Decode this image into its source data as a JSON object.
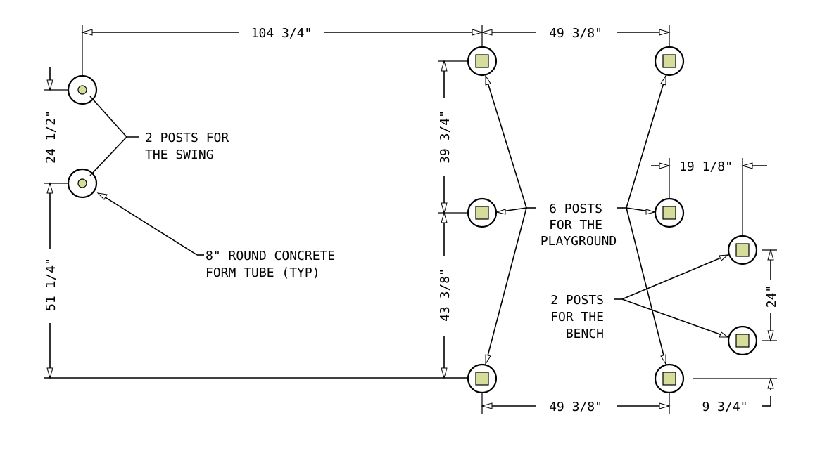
{
  "dimensions": {
    "top_left": "104 3/4\"",
    "top_right": "49 3/8\"",
    "bottom": "49 3/8\"",
    "swing_spacing": "24 1/2\"",
    "swing_to_base": "51 1/4\"",
    "play_upper": "39 3/4\"",
    "play_lower": "43 3/8\"",
    "bench_offset": "19 1/8\"",
    "bench_spacing": "24\"",
    "bench_base": "9 3/4\""
  },
  "labels": {
    "swing": [
      "2 POSTS FOR",
      "THE SWING"
    ],
    "tube": [
      "8\" ROUND CONCRETE",
      "FORM TUBE (TYP)"
    ],
    "playground": [
      "6 POSTS",
      "FOR THE",
      "PLAYGROUND"
    ],
    "bench": [
      "2 POSTS",
      "FOR THE",
      "BENCH"
    ]
  },
  "colors": {
    "post_fill": "#d6dc9a",
    "line": "#000000"
  }
}
